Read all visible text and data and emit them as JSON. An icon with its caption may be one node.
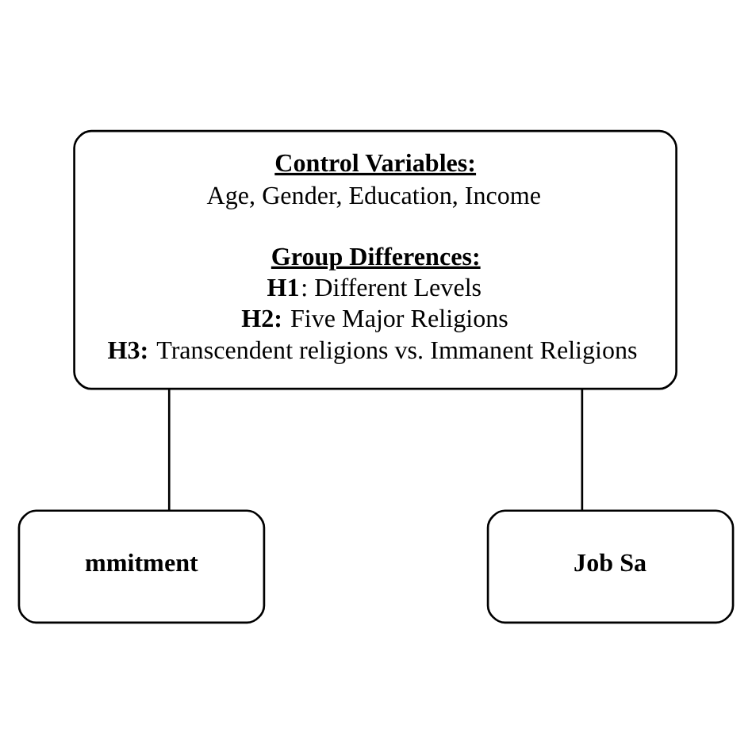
{
  "diagram": {
    "nodes": [
      {
        "text": [
          "Control Variables:",
          "Age, Gender, Education, Income",
          "Group Differences:",
          "**H1**: Different Levels",
          "**H2:** Five Major Religions",
          "**H3:** Transcendent religions vs. Immanent Religions"
        ]
      },
      {
        "text": [
          "mmitment"
        ]
      },
      {
        "text": [
          "Job Sa"
        ]
      }
    ],
    "edges": [
      {
        "from": 0,
        "to": 1,
        "arrow": "none"
      },
      {
        "from": 0,
        "to": 2,
        "arrow": "none"
      }
    ]
  }
}
